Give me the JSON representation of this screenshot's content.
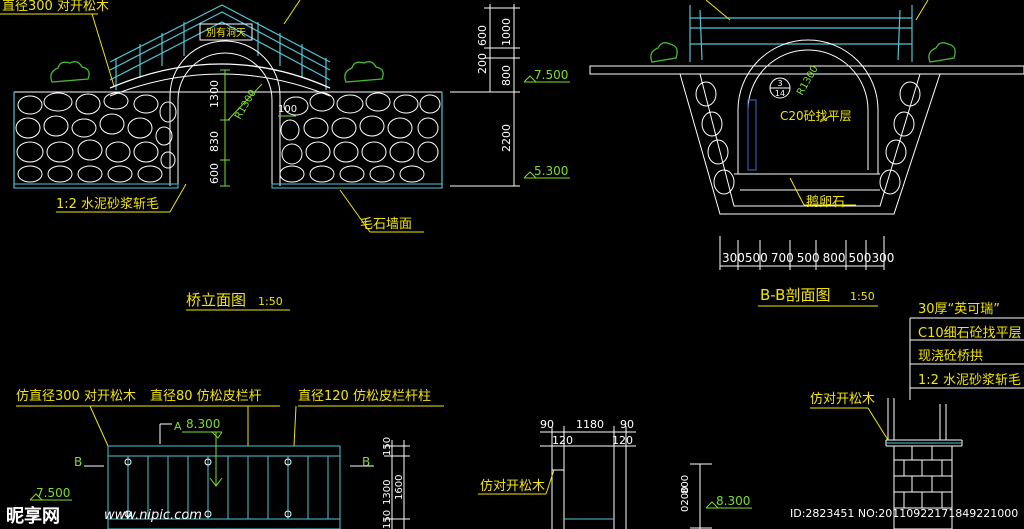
{
  "labels": {
    "tl_top": "直径300 对开松木",
    "sign": "別有洞天",
    "mortar_tl": "1:2 水泥砂浆斩毛",
    "rubble_face": "毛石墙面",
    "plan_title": "桥立面图",
    "plan_scale": "1:50",
    "c20": "C20砼找平层",
    "cobble": "鹅卵石",
    "section_title": "B-B剖面图",
    "section_scale": "1:50",
    "layer1": "30厚“英可瑞”",
    "layer2": "C10细石砼找平层",
    "layer3": "现浇砼桥拱",
    "layer4": "1:2 水泥砂浆斩毛",
    "pine_right": "仿对开松木",
    "bot_spec1": "仿直径300 对开松木",
    "bot_spec2": "直径80 仿松皮栏杆",
    "bot_spec3": "直径120 仿松皮栏杆柱",
    "pine_mid": "仿对开松木",
    "sec_b_left": "B",
    "sec_b_right": "B",
    "sec_a": "A"
  },
  "dims": {
    "bridge_v": [
      "1300",
      "830",
      "600"
    ],
    "r_arch": "R1300",
    "d100": "100",
    "mid_top": [
      "600",
      "1000"
    ],
    "mid_mid": [
      "200",
      "800"
    ],
    "mid_bot": "2200",
    "r_sect": "R1300",
    "sect_mark_top": "3",
    "sect_mark_bot": "14",
    "sect_bottom": [
      "300",
      "500",
      "700",
      "500",
      "800",
      "500",
      "300"
    ],
    "plan_v": [
      "150",
      "1300",
      "150",
      "1600"
    ],
    "mid_w": [
      "90",
      "1180",
      "90"
    ],
    "mid_w2": [
      "120",
      "120"
    ],
    "mid_v": [
      "0200",
      "800"
    ]
  },
  "levels": {
    "l1": "7.500",
    "l2": "5.300",
    "l3": "8.300",
    "l4": "7.500",
    "l5": "8.300"
  },
  "watermark": {
    "logo": "昵享网",
    "url": "www.nipic.com",
    "id": "ID:2823451 NO:20110922171849221000"
  },
  "colors": {
    "lines": "#ffffff",
    "text": "#f2e600",
    "level": "#7cdc2c",
    "rail": "#4ec6d6",
    "bush": "#46b836",
    "hatch": "#3a6cc8",
    "background": "#000000"
  }
}
